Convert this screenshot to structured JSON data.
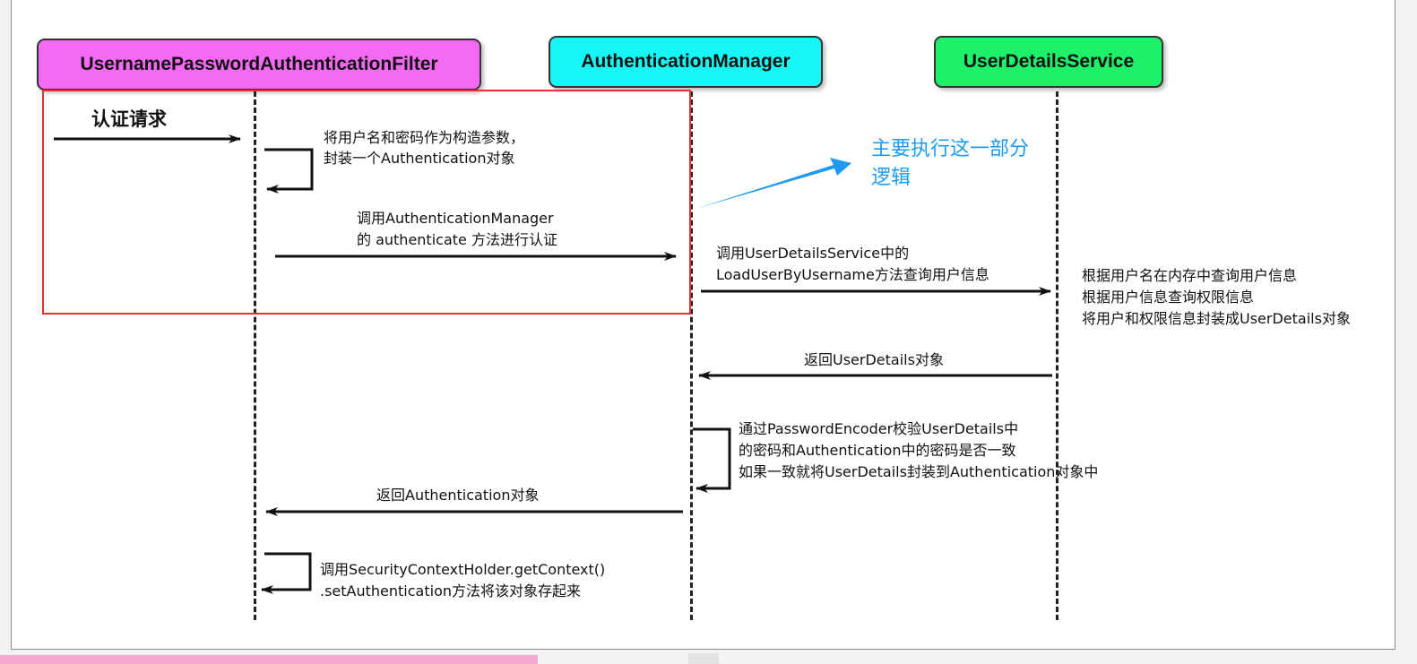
{
  "lanes": [
    {
      "label": "UsernamePasswordAuthenticationFilter",
      "color": "#f56af5"
    },
    {
      "label": "AuthenticationManager",
      "color": "#17f5f5"
    },
    {
      "label": "UserDetailsService",
      "color": "#1ff06a"
    }
  ],
  "steps": {
    "auth_request": "认证请求",
    "build_token_1": "将用户名和密码作为构造参数，",
    "build_token_2": "封装一个Authentication对象",
    "call_manager_1": "调用AuthenticationManager",
    "call_manager_2": "的 authenticate 方法进行认证",
    "call_uds_1": "调用UserDetailsService中的",
    "call_uds_2": "LoadUserByUsername方法查询用户信息",
    "uds_work_1": "根据用户名在内存中查询用户信息",
    "uds_work_2": "根据用户信息查询权限信息",
    "uds_work_3": "将用户和权限信息封装成UserDetails对象",
    "return_userdetails": "返回UserDetails对象",
    "verify_1": "通过PasswordEncoder校验UserDetails中",
    "verify_2": "的密码和Authentication中的密码是否一致",
    "verify_3": "如果一致就将UserDetails封装到Authentication对象中",
    "return_authentication": "返回Authentication对象",
    "store_1": "调用SecurityContextHolder.getContext()",
    "store_2": ".setAuthentication方法将该对象存起来"
  },
  "callout": {
    "line1": "主要执行这一部分",
    "line2": "逻辑",
    "color": "#1e9bf0"
  },
  "highlight_color": "#e8312f"
}
